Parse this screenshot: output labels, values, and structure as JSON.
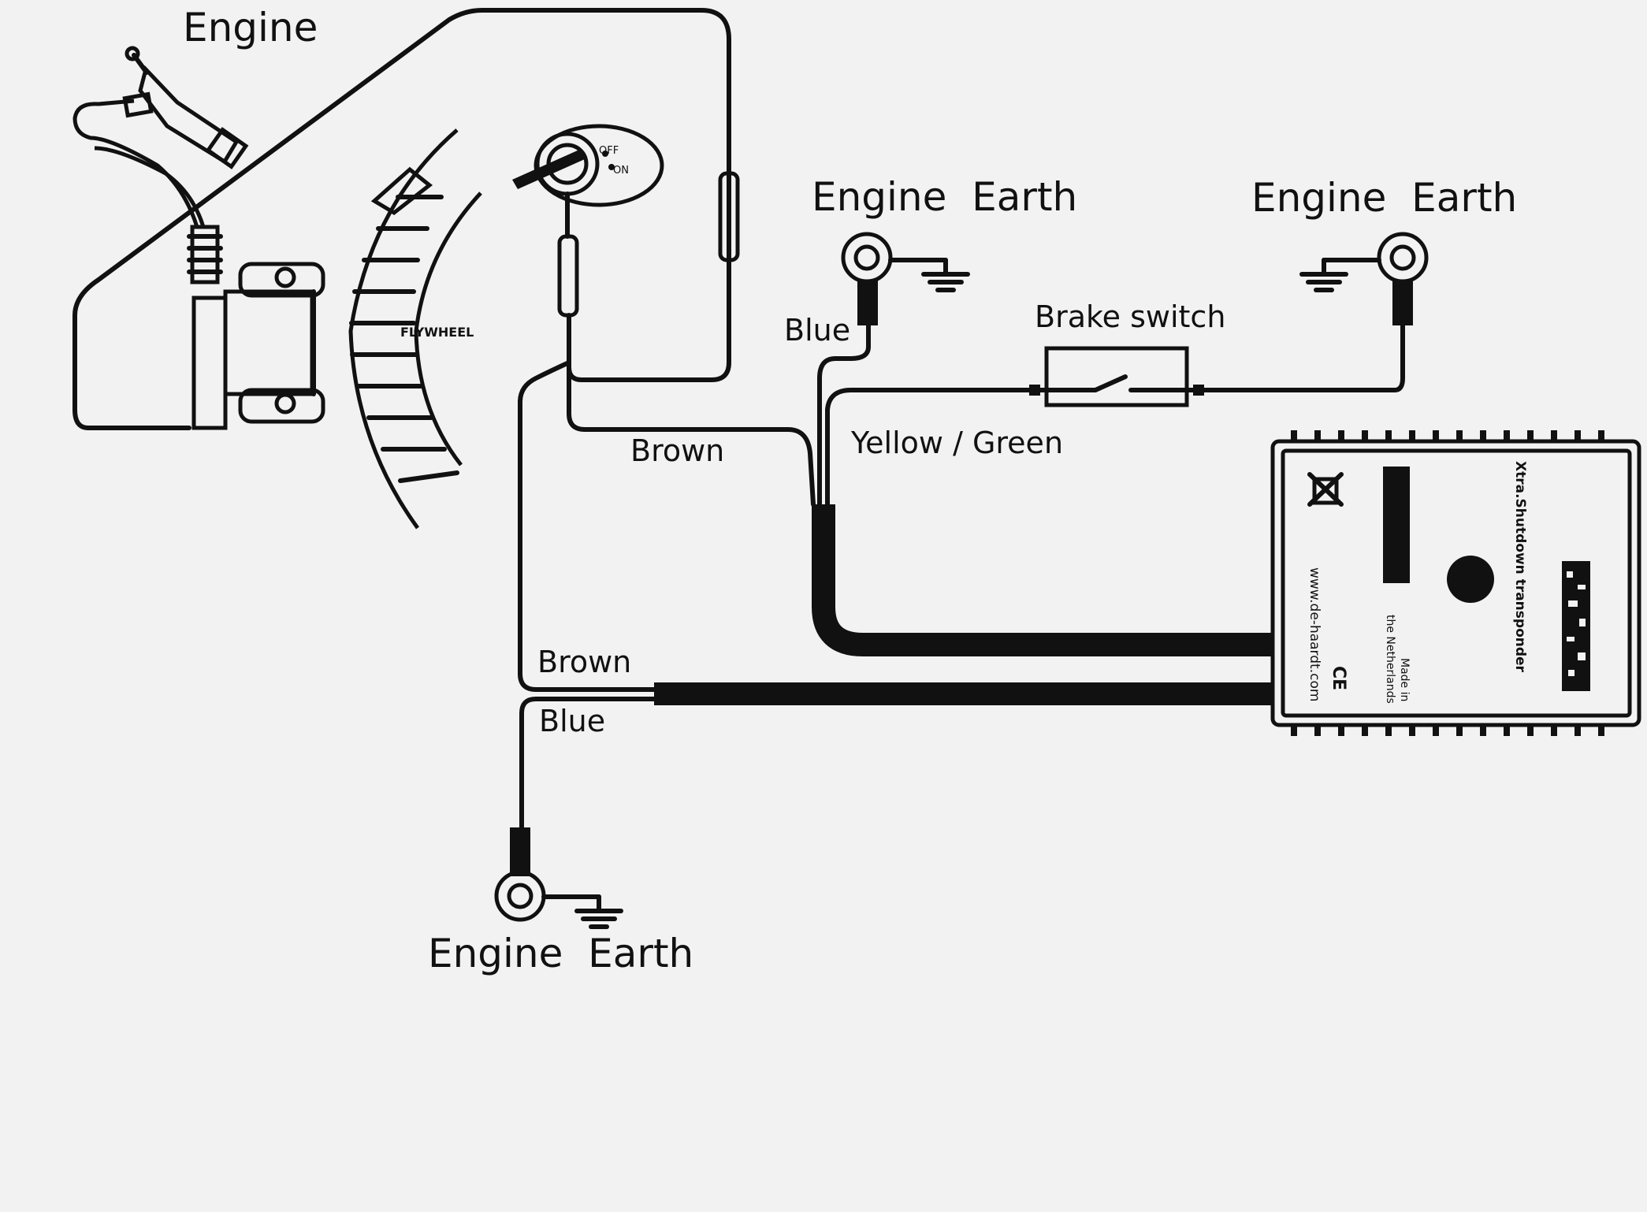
{
  "labels": {
    "engine": "Engine",
    "earth_top_left": "Engine  Earth",
    "earth_top_right": "Engine  Earth",
    "earth_bottom": "Engine  Earth",
    "brake_switch": "Brake switch",
    "wire_blue_top": "Blue",
    "wire_brown_top": "Brown",
    "wire_yellow_green": "Yellow / Green",
    "wire_brown_bottom": "Brown",
    "wire_blue_bottom": "Blue",
    "flywheel": "FLYWHEEL"
  },
  "module": {
    "product_name": "Xtra.Shutdown transponder",
    "website": "www.de-haardt.com",
    "made_in_line1": "Made in",
    "made_in_line2": "the Netherlands",
    "ce_mark": "CE"
  },
  "ignition_switch": {
    "off_label": "OFF",
    "on_label": "ON"
  },
  "icons": [
    "ground-symbol-icon",
    "ring-terminal-icon",
    "waste-bin-crossed-icon",
    "ignition-key-icon"
  ],
  "colors": {
    "background": "#f2f2f2",
    "ink": "#111111"
  }
}
